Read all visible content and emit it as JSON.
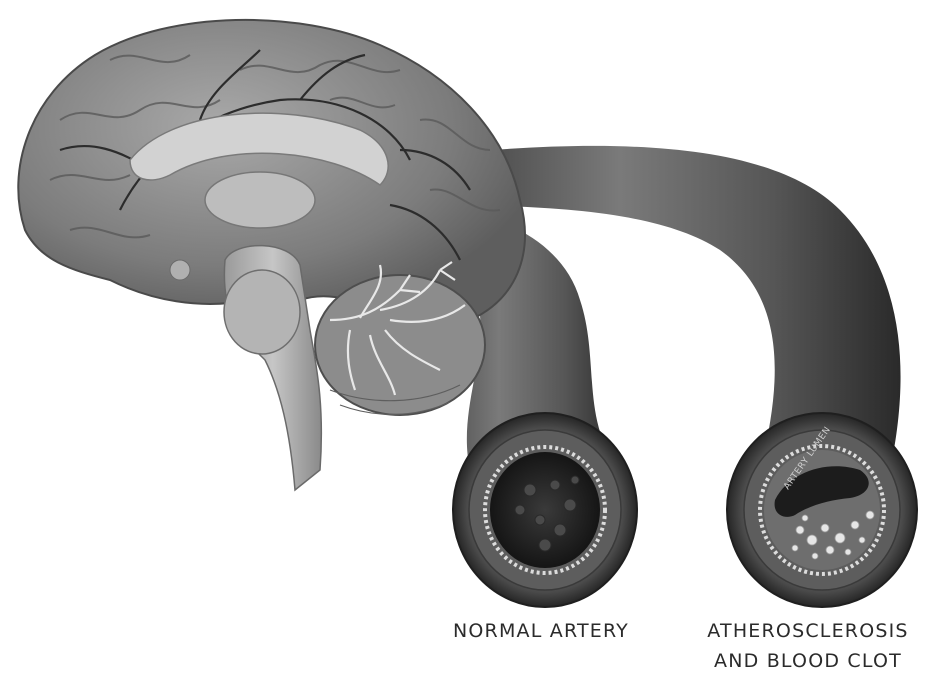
{
  "labels": {
    "normal_artery": "NORMAL ARTERY",
    "athero_line1": "ATHEROSCLEROSIS",
    "athero_line2": "AND BLOOD CLOT",
    "artery_lumen": "ARTERY LUMEN"
  },
  "colors": {
    "background": "#ffffff",
    "brain_gray": "#8a8a8a",
    "artery_dark": "#3f3f3f",
    "caption_text": "#2b2b2b"
  }
}
